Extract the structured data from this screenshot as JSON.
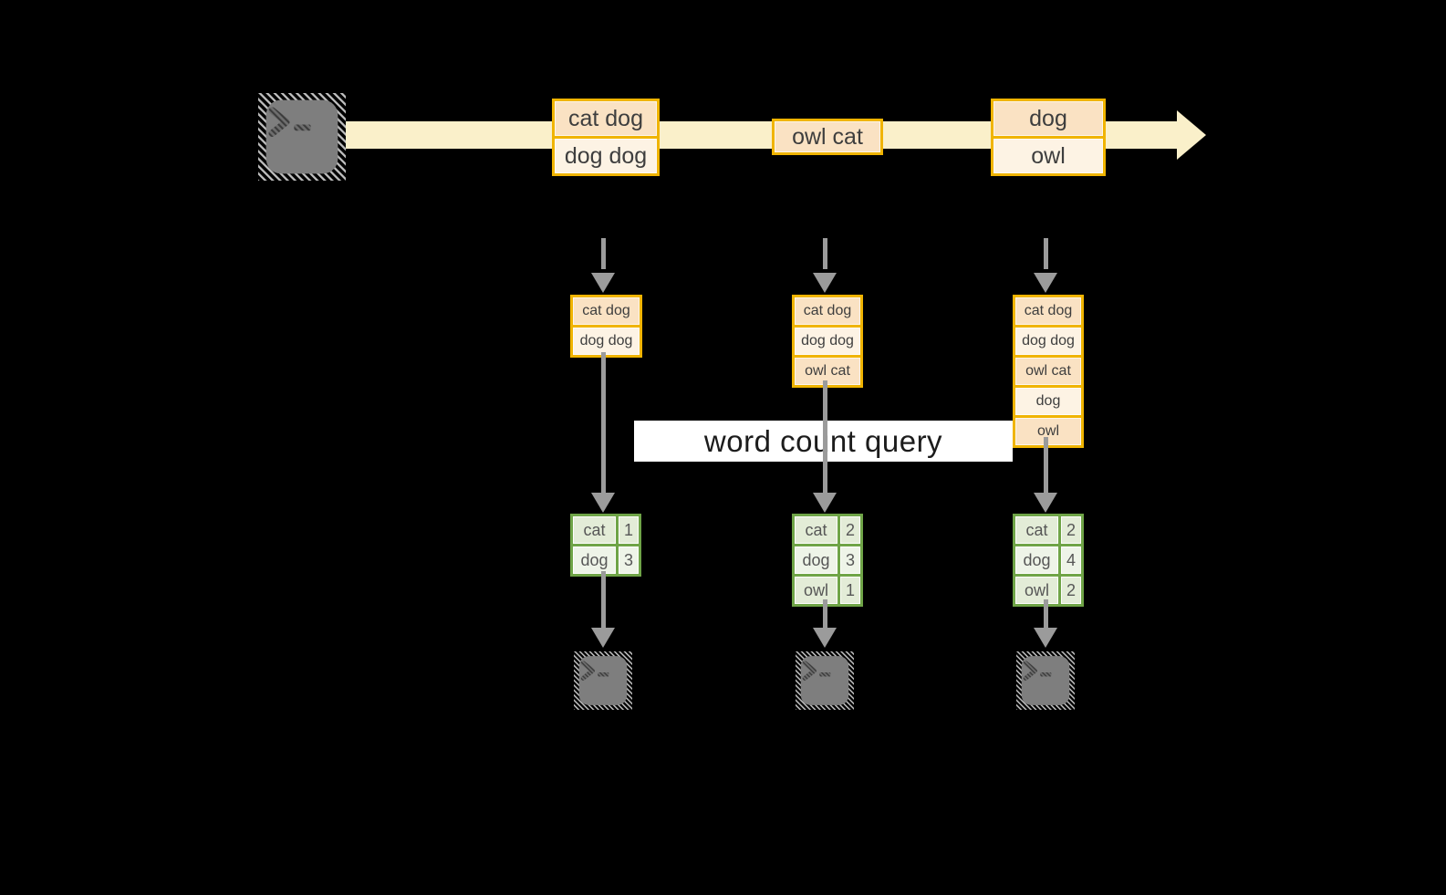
{
  "colors": {
    "background": "#000000",
    "stream_arrow": "#FAF0CA",
    "amber_border": "#F0B400",
    "event_cell_dark": "#FAE2C3",
    "event_cell_light": "#FDF3E4",
    "event_text": "#3E3E3E",
    "arrow_gray": "#9B9B9B",
    "green_border": "#6FA447",
    "count_cell_dark": "#E3ECD7",
    "count_cell_light": "#EEF4E8",
    "count_text": "#575757",
    "query_band_bg": "#FFFFFF",
    "query_text": "#1C1C1C",
    "terminal_gray": "#7E7E7E"
  },
  "icons": {
    "source": "terminal-icon",
    "sinks": [
      "terminal-icon",
      "terminal-icon",
      "terminal-icon"
    ]
  },
  "stream": {
    "events": [
      {
        "lines": [
          "cat dog",
          "dog dog"
        ]
      },
      {
        "lines": [
          "owl cat"
        ]
      },
      {
        "lines": [
          "dog",
          "owl"
        ]
      }
    ]
  },
  "query": {
    "label": "word count query"
  },
  "columns": [
    {
      "buffer": [
        "cat dog",
        "dog dog"
      ],
      "counts": [
        {
          "word": "cat",
          "count": "1"
        },
        {
          "word": "dog",
          "count": "3"
        }
      ]
    },
    {
      "buffer": [
        "cat dog",
        "dog dog",
        "owl cat"
      ],
      "counts": [
        {
          "word": "cat",
          "count": "2"
        },
        {
          "word": "dog",
          "count": "3"
        },
        {
          "word": "owl",
          "count": "1"
        }
      ]
    },
    {
      "buffer": [
        "cat dog",
        "dog dog",
        "owl cat",
        "dog",
        "owl"
      ],
      "counts": [
        {
          "word": "cat",
          "count": "2"
        },
        {
          "word": "dog",
          "count": "4"
        },
        {
          "word": "owl",
          "count": "2"
        }
      ]
    }
  ]
}
